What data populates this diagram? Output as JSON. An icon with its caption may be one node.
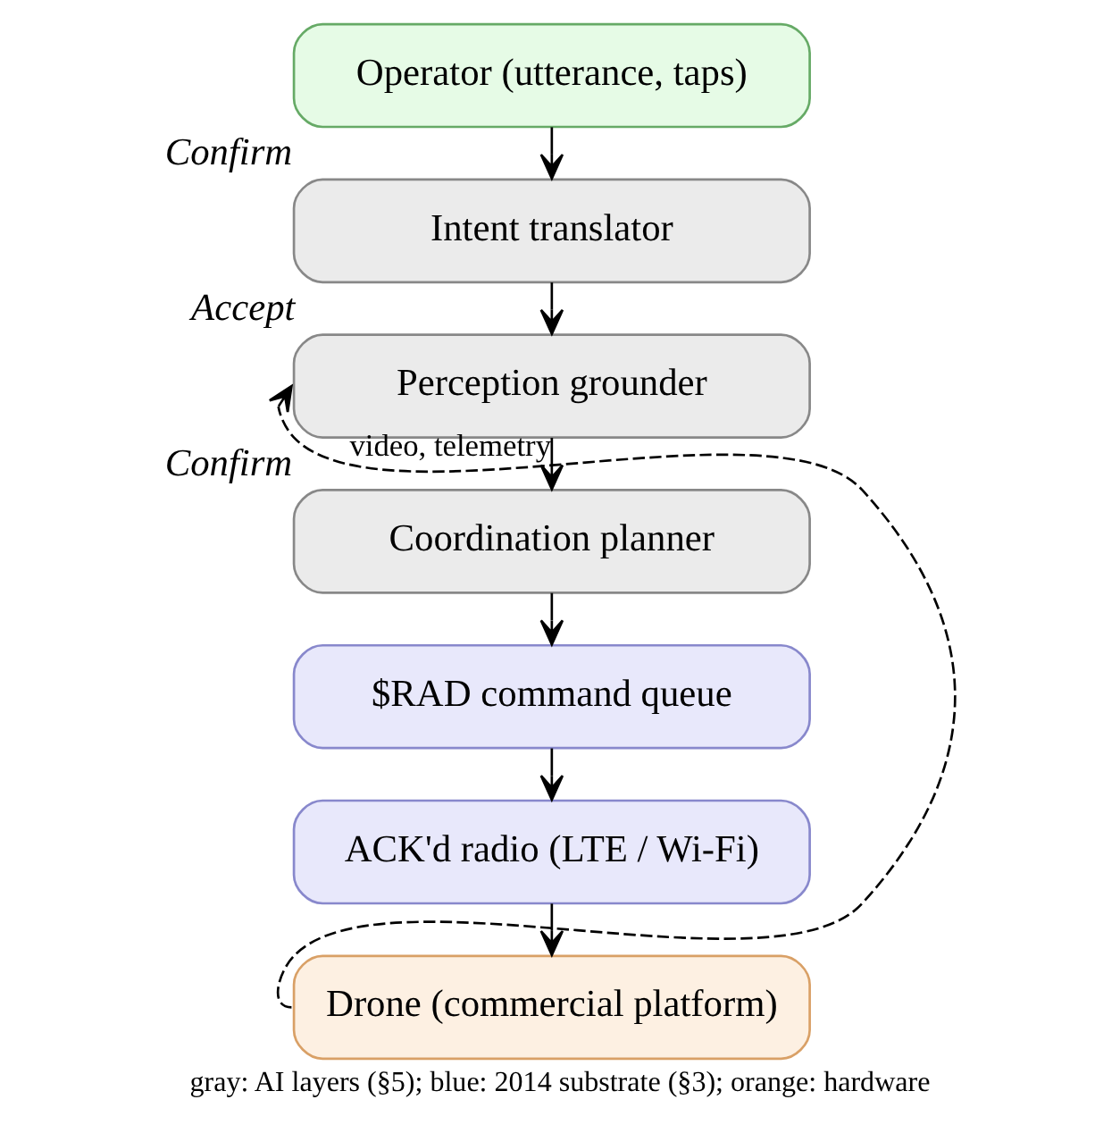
{
  "diagram": {
    "caption": "gray: AI layers (§5); blue: 2014 substrate (§3); orange: hardware",
    "nodes": [
      {
        "text": [
          "Operator (utterance, taps)"
        ]
      },
      {
        "text": [
          "Intent translator"
        ],
        "beside": [
          "Confirm"
        ]
      },
      {
        "text": [
          "Perception grounder"
        ],
        "beside": [
          "Accept"
        ]
      },
      {
        "text": [
          "Coordination planner"
        ],
        "beside": [
          "Confirm"
        ]
      },
      {
        "text": [
          "$RAD command queue"
        ]
      },
      {
        "text": [
          "ACK'd radio (LTE / Wi-Fi)"
        ]
      },
      {
        "text": [
          "Drone (commercial platform)"
        ]
      }
    ],
    "edges": [
      {
        "from": 0,
        "to": 1,
        "arrow": "to"
      },
      {
        "from": 1,
        "to": 2,
        "arrow": "to"
      },
      {
        "from": 2,
        "to": 3,
        "arrow": "to"
      },
      {
        "from": 3,
        "to": 4,
        "arrow": "to"
      },
      {
        "from": 4,
        "to": 5,
        "arrow": "to"
      },
      {
        "from": 5,
        "to": 6,
        "arrow": "to"
      },
      {
        "from": 6,
        "to": 2,
        "arrow": "to",
        "style": "dashed",
        "label": "video, telemetry"
      }
    ]
  }
}
